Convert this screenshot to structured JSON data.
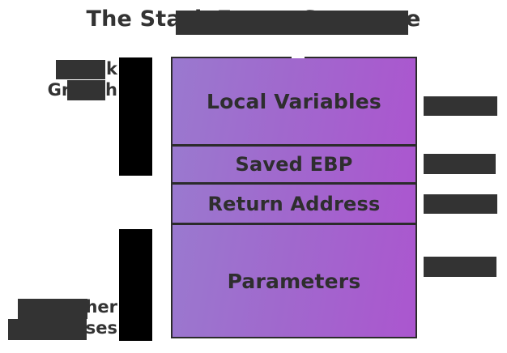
{
  "diagram": {
    "title": "The Stack Frame Structure",
    "title_visible_prefix": "T",
    "title_visible_suffix": "e",
    "background_color": "#ffffff",
    "text_color": "#333333",
    "border_color": "#2b2b2b",
    "block_gradient_start": "#9a79cf",
    "block_gradient_end": "#ab56cf",
    "redaction_color": "#333333",
    "arrow_color": "#000000"
  },
  "stack_frame": {
    "segments": [
      {
        "label": "Local Variables",
        "name": "local-variables"
      },
      {
        "label": "Saved EBP",
        "name": "saved-ebp"
      },
      {
        "label": "Return Address",
        "name": "return-address"
      },
      {
        "label": "Parameters",
        "name": "parameters"
      }
    ]
  },
  "left_labels": [
    {
      "line1": "Stack",
      "line2": "Growth",
      "name": "stack-growth-label"
    },
    {
      "line1": "Higher",
      "line2": "Addresses",
      "name": "higher-addresses-label"
    }
  ],
  "right_labels": [
    {
      "text": "",
      "name": "right-annotation-1"
    },
    {
      "text": "",
      "name": "right-annotation-2"
    },
    {
      "text": "",
      "name": "right-annotation-3"
    },
    {
      "text": "",
      "name": "right-annotation-4"
    }
  ],
  "arrows": [
    {
      "name": "stack-growth-arrow",
      "direction": "down"
    },
    {
      "name": "higher-addresses-arrow",
      "direction": "up"
    }
  ]
}
